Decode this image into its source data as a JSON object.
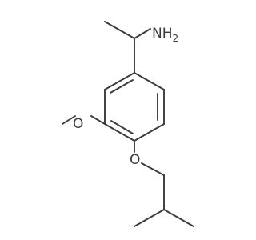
{
  "molecule": {
    "atoms": {
      "amine": "NH",
      "amine_sub": "2",
      "methoxy_oxygen": "O",
      "ether_oxygen": "O"
    },
    "colors": {
      "bond": "#3a3a3a",
      "text": "#3a3a3a",
      "background": "#ffffff"
    }
  }
}
